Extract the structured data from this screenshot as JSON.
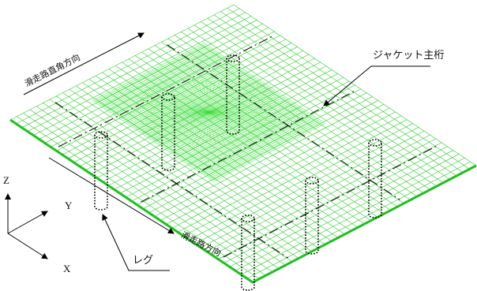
{
  "labels": {
    "runway_perpendicular": "滑走路直角方向",
    "runway_direction": "滑走路方向",
    "jacket_girder": "ジャケット主桁",
    "leg": "レグ"
  },
  "axes": {
    "z": "Z",
    "y": "Y",
    "x": "X"
  },
  "colors": {
    "mesh": "#2ecc2e",
    "mesh_edge": "#1fbf1f",
    "dense_mesh": "#33dd33",
    "lines": "#000000"
  }
}
